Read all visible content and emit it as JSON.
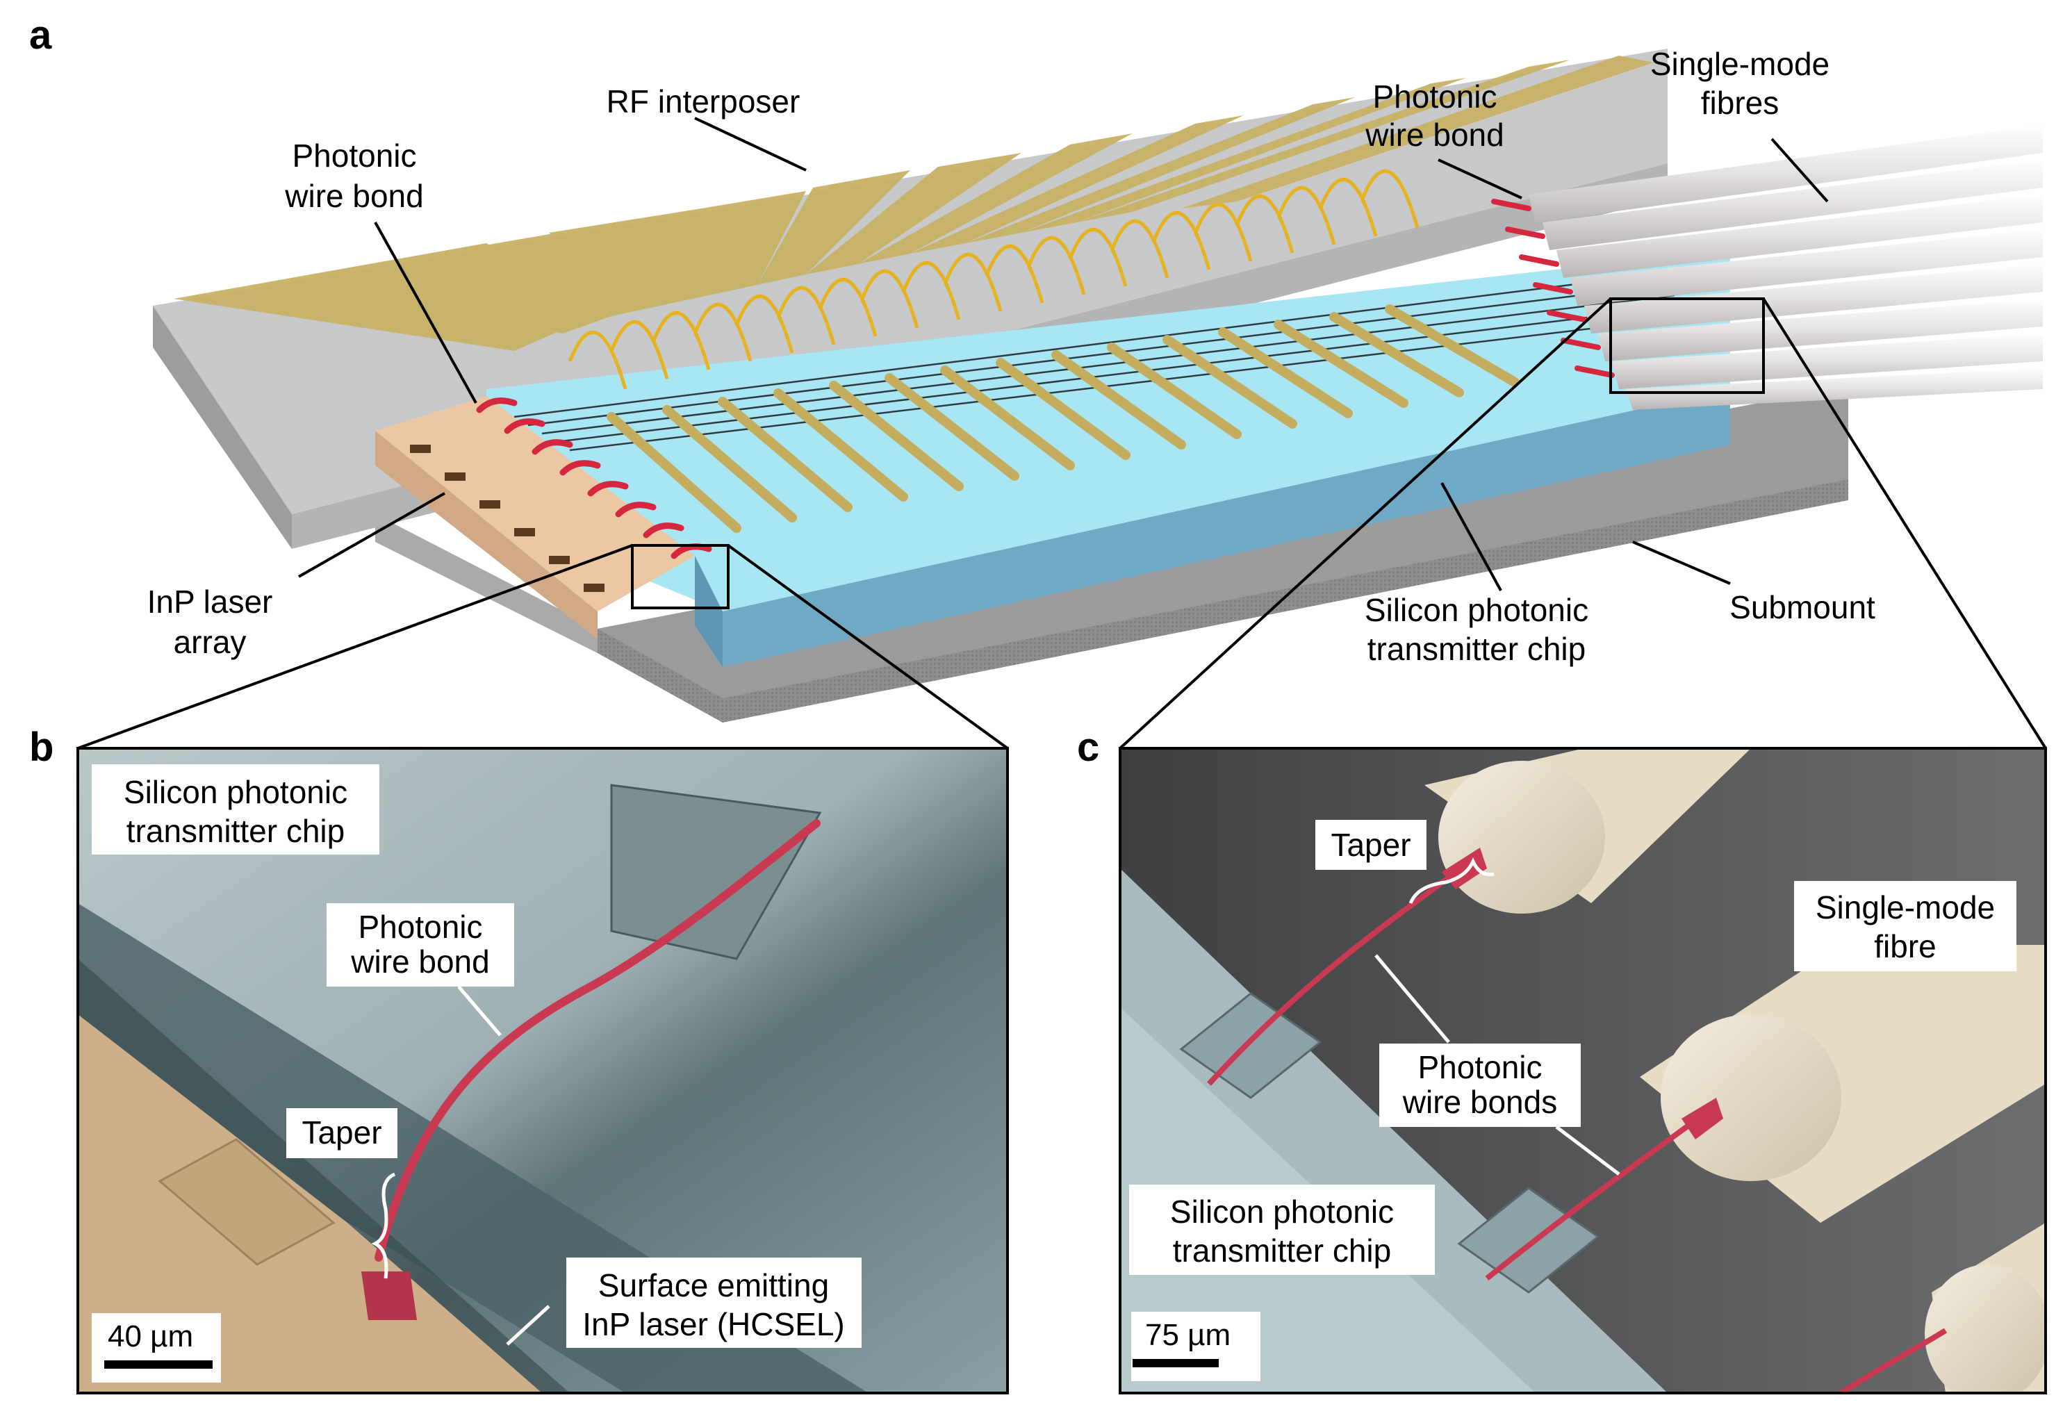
{
  "panels": {
    "a": {
      "letter": "a",
      "labels": {
        "rf_interposer": "RF interposer",
        "photonic_wire_bond_left_1": "Photonic",
        "photonic_wire_bond_left_2": "wire bond",
        "photonic_wire_bond_right_1": "Photonic",
        "photonic_wire_bond_right_2": "wire bond",
        "single_mode_fibres_1": "Single-mode",
        "single_mode_fibres_2": "fibres",
        "inp_laser_array_1": "InP laser",
        "inp_laser_array_2": "array",
        "si_chip_1": "Silicon photonic",
        "si_chip_2": "transmitter chip",
        "submount": "Submount"
      }
    },
    "b": {
      "letter": "b",
      "labels": {
        "si_chip_1": "Silicon photonic",
        "si_chip_2": "transmitter chip",
        "photonic_wire_bond_1": "Photonic",
        "photonic_wire_bond_2": "wire bond",
        "taper": "Taper",
        "hcsel_1": "Surface emitting",
        "hcsel_2": "InP laser (HCSEL)"
      },
      "scale_bar": "40 µm"
    },
    "c": {
      "letter": "c",
      "labels": {
        "taper": "Taper",
        "single_mode_fibre_1": "Single-mode",
        "single_mode_fibre_2": "fibre",
        "photonic_wire_bonds_1": "Photonic",
        "photonic_wire_bonds_2": "wire bonds",
        "si_chip_1": "Silicon photonic",
        "si_chip_2": "transmitter chip"
      },
      "scale_bar": "75 µm"
    }
  },
  "colors": {
    "interposer_gray": "#c9cacc",
    "gold_trace": "#c8b062",
    "chip_cyan": "#a9e8f4",
    "chip_side_blue": "#6aa6c4",
    "laser_tan": "#e8c3a0",
    "wire_bond_red": "#d8304a",
    "fibre_white": "#e6e3e3",
    "sem_gray": "#5b5d5f",
    "sem_light": "#b8c8cc",
    "sem_tan": "#cdb18a"
  }
}
